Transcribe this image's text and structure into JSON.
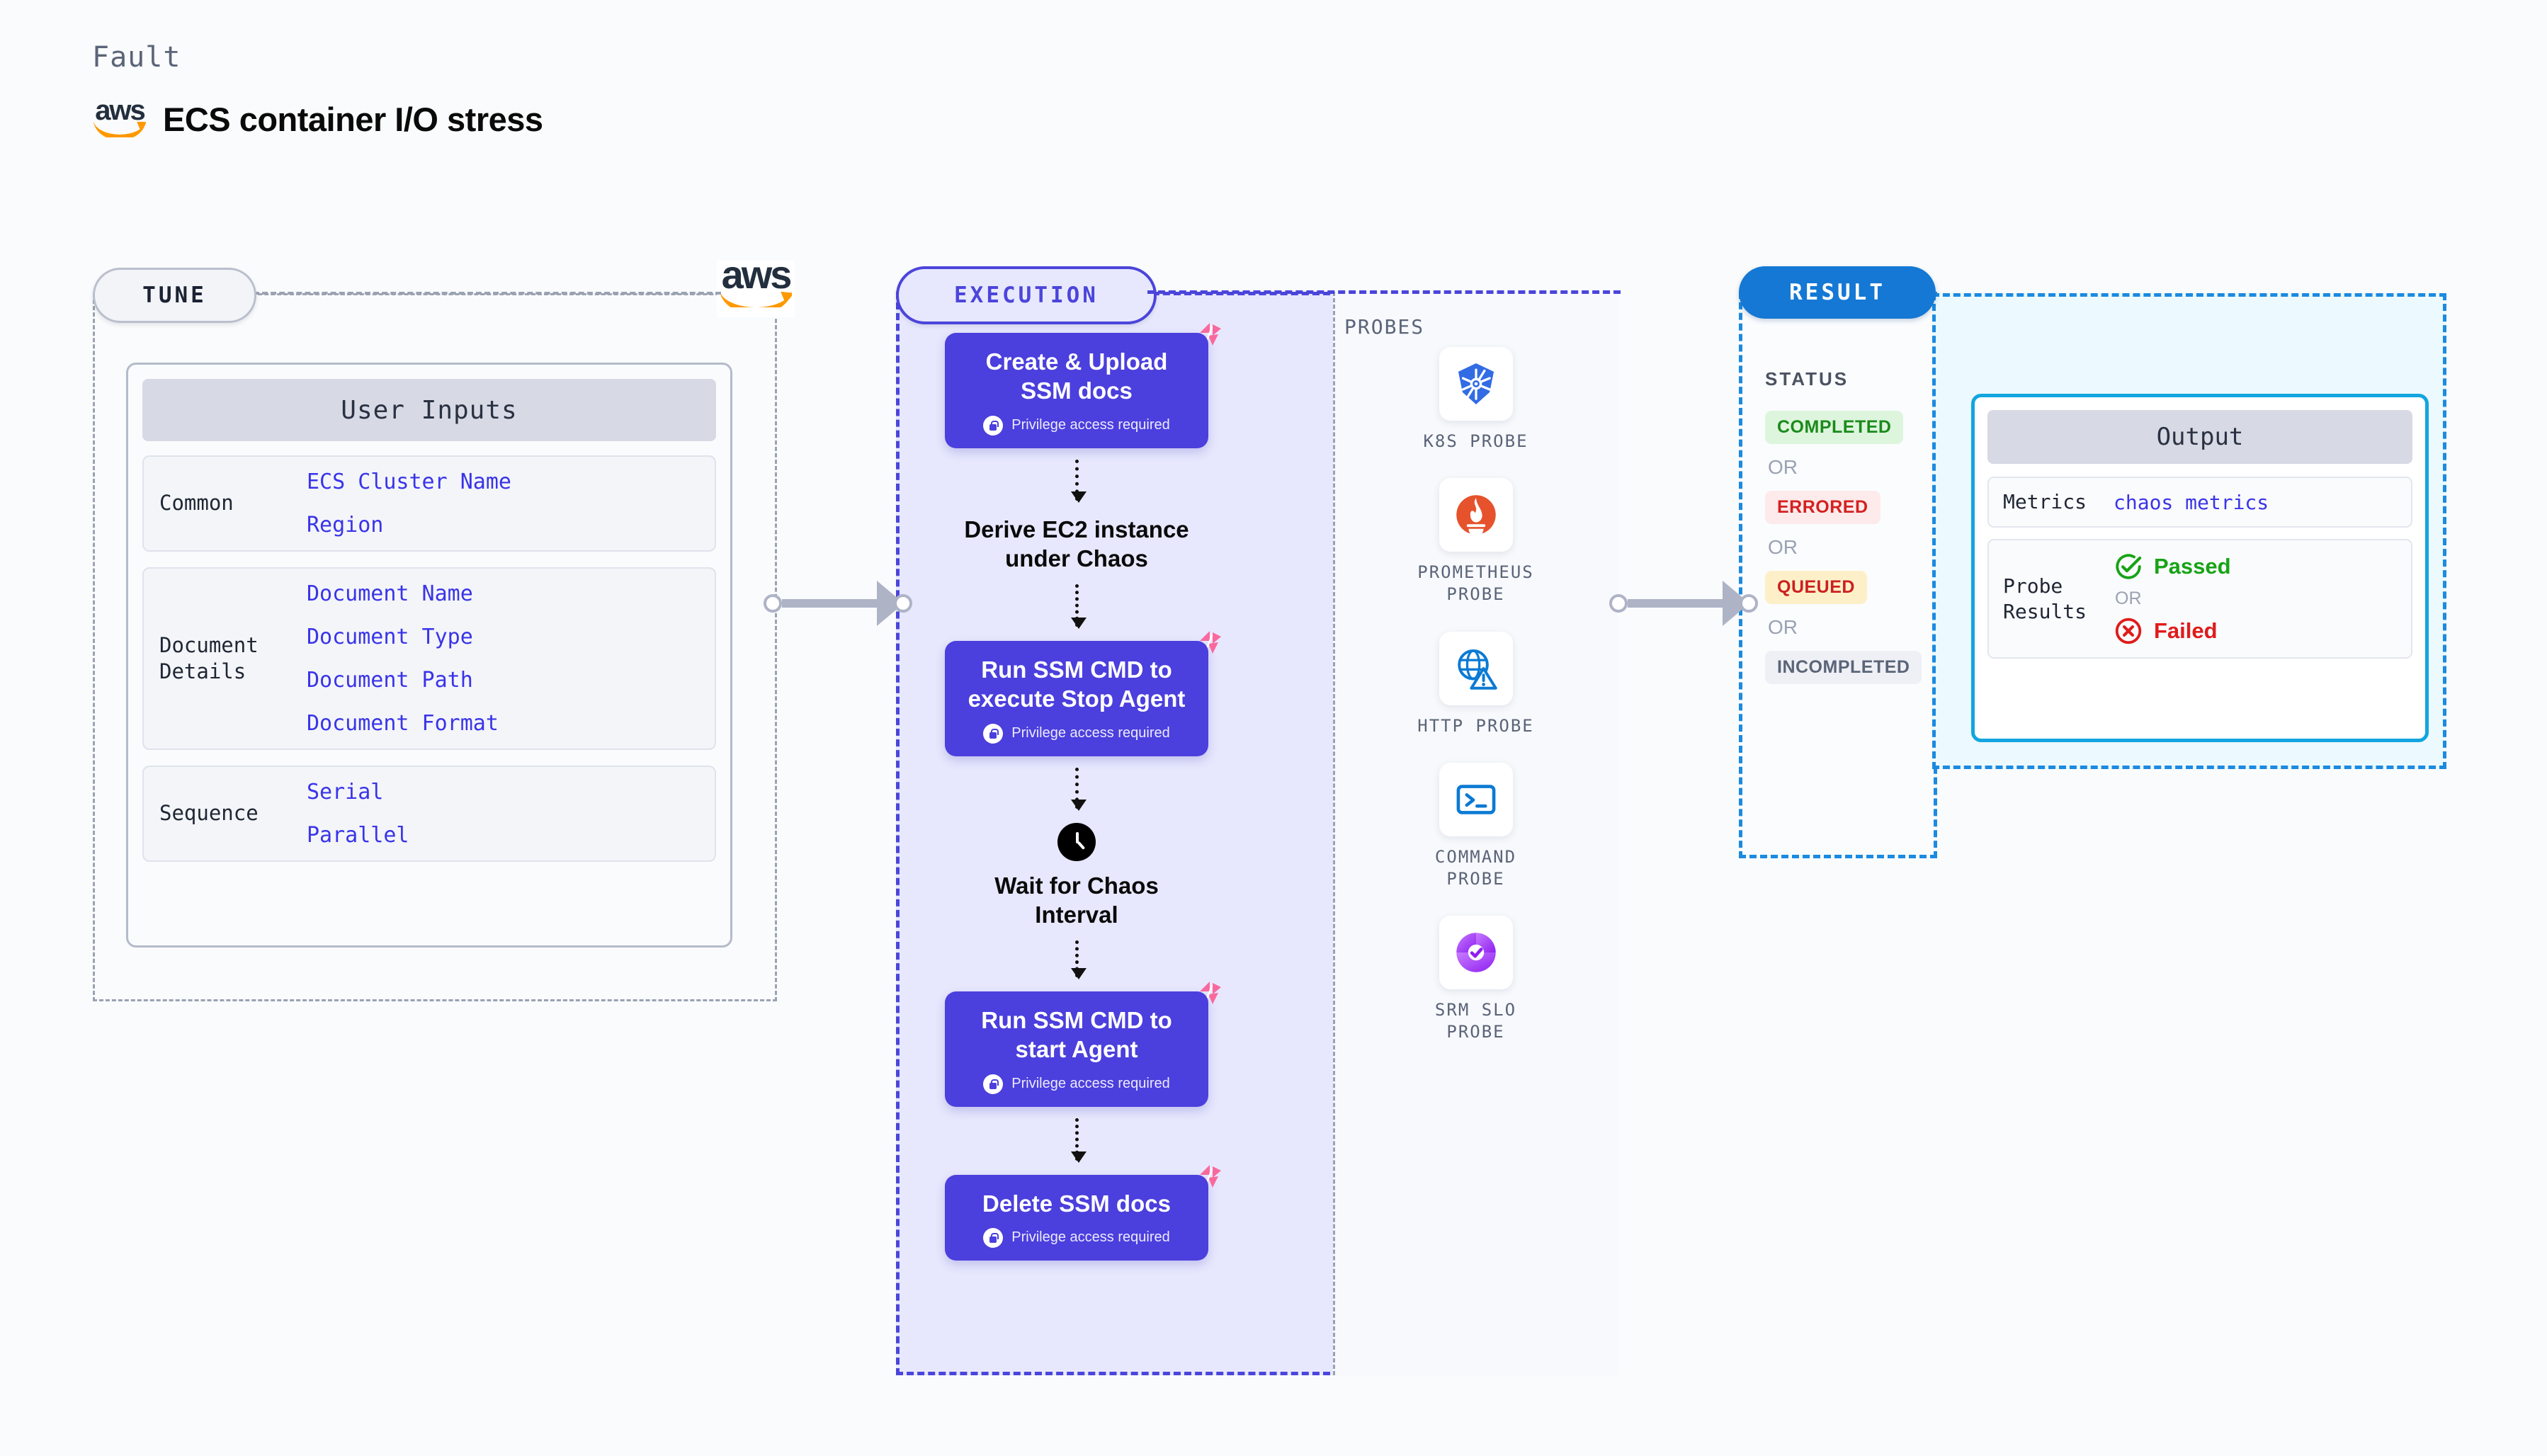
{
  "header": {
    "kicker": "Fault",
    "title": "ECS container I/O stress",
    "logo_word": "aws",
    "logo_icon": "aws-logo"
  },
  "tune": {
    "pill_label": "TUNE",
    "logo_word": "aws",
    "card_title": "User Inputs",
    "groups": [
      {
        "label": "Common",
        "values": [
          "ECS Cluster Name",
          "Region"
        ]
      },
      {
        "label": "Document\nDetails",
        "values": [
          "Document Name",
          "Document Type",
          "Document Path",
          "Document Format"
        ]
      },
      {
        "label": "Sequence",
        "values": [
          "Serial",
          "Parallel"
        ]
      }
    ]
  },
  "execution": {
    "pill_label": "EXECUTION",
    "privilege_text": "Privilege access required",
    "steps": [
      {
        "type": "box",
        "title": "Create & Upload\nSSM docs",
        "privileged": true
      },
      {
        "type": "plain",
        "title": "Derive EC2 instance\nunder Chaos"
      },
      {
        "type": "box",
        "title": "Run SSM CMD to\nexecute Stop Agent",
        "privileged": true
      },
      {
        "type": "clock",
        "title": "Wait for Chaos\nInterval"
      },
      {
        "type": "box",
        "title": "Run SSM CMD to\nstart Agent",
        "privileged": true
      },
      {
        "type": "box",
        "title": "Delete SSM docs",
        "privileged": true
      }
    ]
  },
  "probes": {
    "title": "PROBES",
    "items": [
      {
        "label": "K8S PROBE",
        "icon": "kubernetes-icon",
        "color": "#326ce5"
      },
      {
        "label": "PROMETHEUS\nPROBE",
        "icon": "prometheus-icon",
        "color": "#e6522c"
      },
      {
        "label": "HTTP PROBE",
        "icon": "http-globe-icon",
        "color": "#0b7ad4"
      },
      {
        "label": "COMMAND\nPROBE",
        "icon": "terminal-icon",
        "color": "#0b7ad4"
      },
      {
        "label": "SRM SLO\nPROBE",
        "icon": "srm-slo-icon",
        "color": "#9b3ff0"
      }
    ]
  },
  "result": {
    "pill_label": "RESULT",
    "status_title": "STATUS",
    "or_label": "OR",
    "statuses": [
      {
        "label": "COMPLETED",
        "bg": "#ddf5dd",
        "fg": "#1b8a1b"
      },
      {
        "label": "ERRORED",
        "bg": "#fdeaea",
        "fg": "#d42020"
      },
      {
        "label": "QUEUED",
        "bg": "#fdf0c8",
        "fg": "#cc2020"
      },
      {
        "label": "INCOMPLETED",
        "bg": "#eef0f5",
        "fg": "#5b6478"
      }
    ]
  },
  "output": {
    "card_title": "Output",
    "metrics_label": "Metrics",
    "metrics_value": "chaos metrics",
    "probe_results_label": "Probe\nResults",
    "or_label": "OR",
    "passed_label": "Passed",
    "failed_label": "Failed",
    "passed_color": "#16a316",
    "failed_color": "#e01b1b"
  },
  "colors": {
    "execution_purple": "#4b45db",
    "node_purple": "#4b3fdd",
    "result_blue": "#1478d4",
    "output_cyan": "#12a5e0",
    "badge_pink": "#f9699e",
    "aws_orange": "#ff9900",
    "input_link": "#3a34e8"
  }
}
